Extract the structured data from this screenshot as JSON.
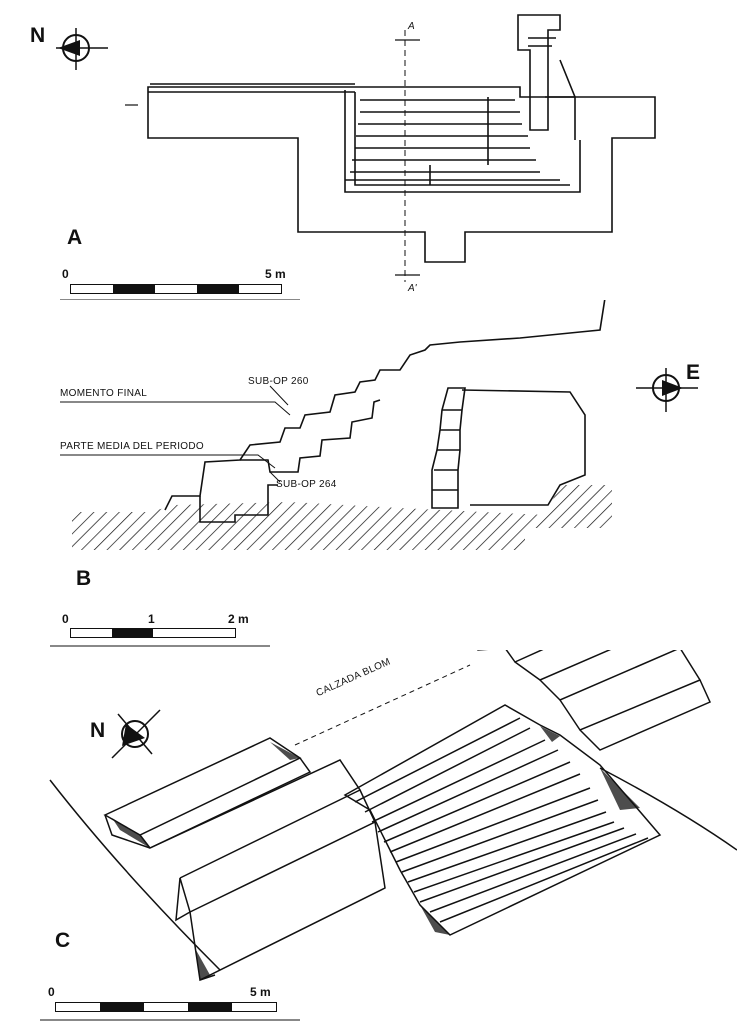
{
  "panel_a": {
    "label": "A",
    "north": "N",
    "section_top": "A",
    "section_bottom": "A'",
    "scale_start": "0",
    "scale_end": "5 m"
  },
  "panel_b": {
    "label": "B",
    "east": "E",
    "note_final": "MOMENTO FINAL",
    "note_middle": "PARTE MEDIA DEL PERIODO",
    "subop_260": "SUB-OP 260",
    "subop_264": "SUB-OP 264",
    "scale_start": "0",
    "scale_mid": "1",
    "scale_end": "2 m"
  },
  "panel_c": {
    "label": "C",
    "north": "N",
    "causeway": "CALZADA BLOM",
    "scale_start": "0",
    "scale_end": "5 m"
  },
  "colors": {
    "ink": "#111111",
    "paper": "#ffffff"
  },
  "icons": [
    "north-arrow-icon",
    "east-arrow-icon",
    "north-arrow-oblique-icon"
  ]
}
